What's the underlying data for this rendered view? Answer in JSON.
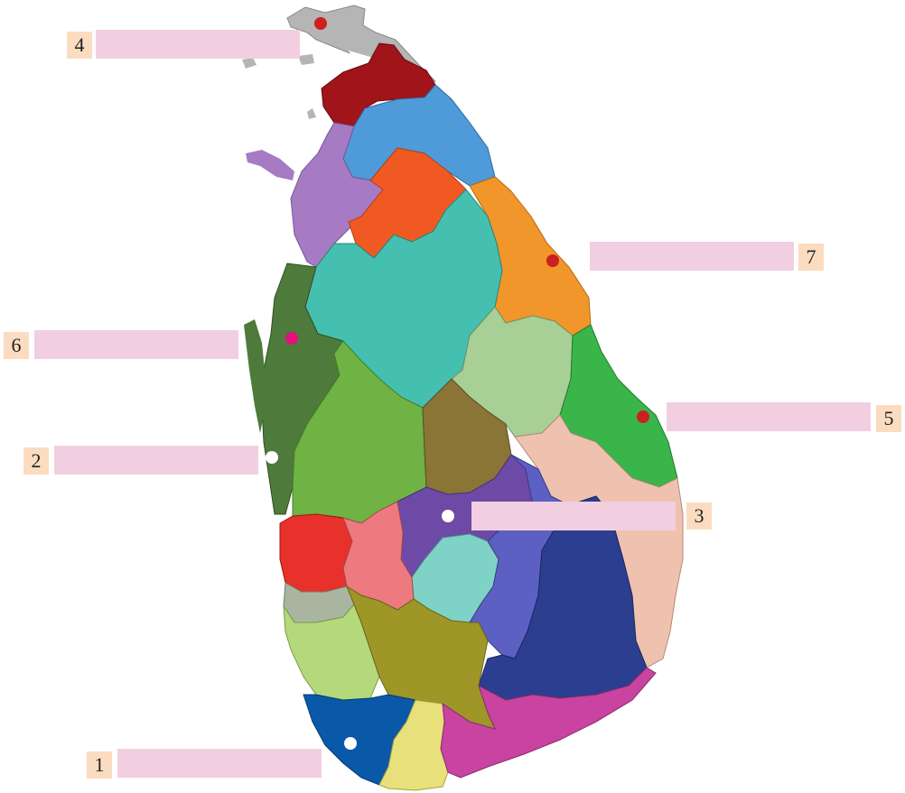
{
  "labels": [
    {
      "number": "1",
      "answer": ""
    },
    {
      "number": "2",
      "answer": ""
    },
    {
      "number": "3",
      "answer": ""
    },
    {
      "number": "4",
      "answer": ""
    },
    {
      "number": "5",
      "answer": ""
    },
    {
      "number": "6",
      "answer": ""
    },
    {
      "number": "7",
      "answer": ""
    }
  ],
  "colors": {
    "land_outline": "#b0b0b0",
    "label_box": "#f2cfe0",
    "number_box": "#fbdcc0",
    "red_dot": "#cc1f1f",
    "pink_dot": "#e3117c",
    "white_dot": "#ffffff",
    "jaffna": "#b5b5b5",
    "kilinochchi": "#a0141a",
    "mullaitivu": "#4f9ad8",
    "mannar": "#a77bc3",
    "vavuniya": "#f05a22",
    "trincomalee": "#f0962a",
    "anuradhapura": "#45bfb0",
    "puttalam": "#4e7a3c",
    "kurunegala": "#6fb344",
    "polonnaruwa": "#a8cf96",
    "matale": "#8a7436",
    "batticaloa": "#39b54a",
    "ampara": "#efc2b0",
    "kandy": "#6d4aa6",
    "nuwara_eliya": "#7fd3c6",
    "badulla": "#5b60c2",
    "monaragala": "#2c3e8f",
    "gampaha": "#e8312a",
    "kegalle": "#ec7a7e",
    "colombo": "#a9b5a0",
    "kalutara": "#b4d97a",
    "ratnapura": "#9f9628",
    "galle": "#0a58a8",
    "matara": "#e8e07a",
    "hambantota": "#c844a0"
  }
}
